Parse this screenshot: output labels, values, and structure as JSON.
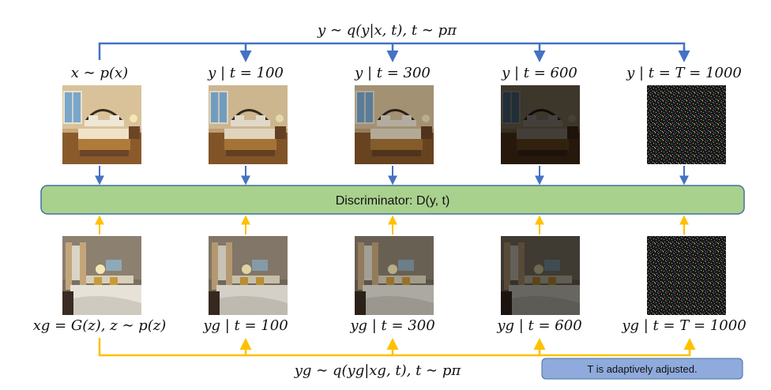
{
  "top_formula": "y ∼ q(y|x, t), t ∼ pπ",
  "bottom_formula": "yg ∼ q(yg|xg, t), t ∼ pπ",
  "discriminator_label": "Discriminator: D(y, t)",
  "note": "T is adaptively adjusted.",
  "real_labels": [
    "x ∼ p(x)",
    "y | t = 100",
    "y | t = 300",
    "y | t = 600",
    "y | t = T = 1000"
  ],
  "fake_labels": [
    "xg = G(z), z ∼ p(z)",
    "yg | t = 100",
    "yg | t = 300",
    "yg | t = 600",
    "yg | t = T = 1000"
  ],
  "colors": {
    "real_arrow": "#4472c4",
    "fake_arrow": "#ffc000",
    "discriminator_fill": "#a9d18e",
    "discriminator_border": "#41719c",
    "note_fill": "#8faadc"
  },
  "noise_levels": [
    0,
    100,
    300,
    600,
    1000
  ]
}
